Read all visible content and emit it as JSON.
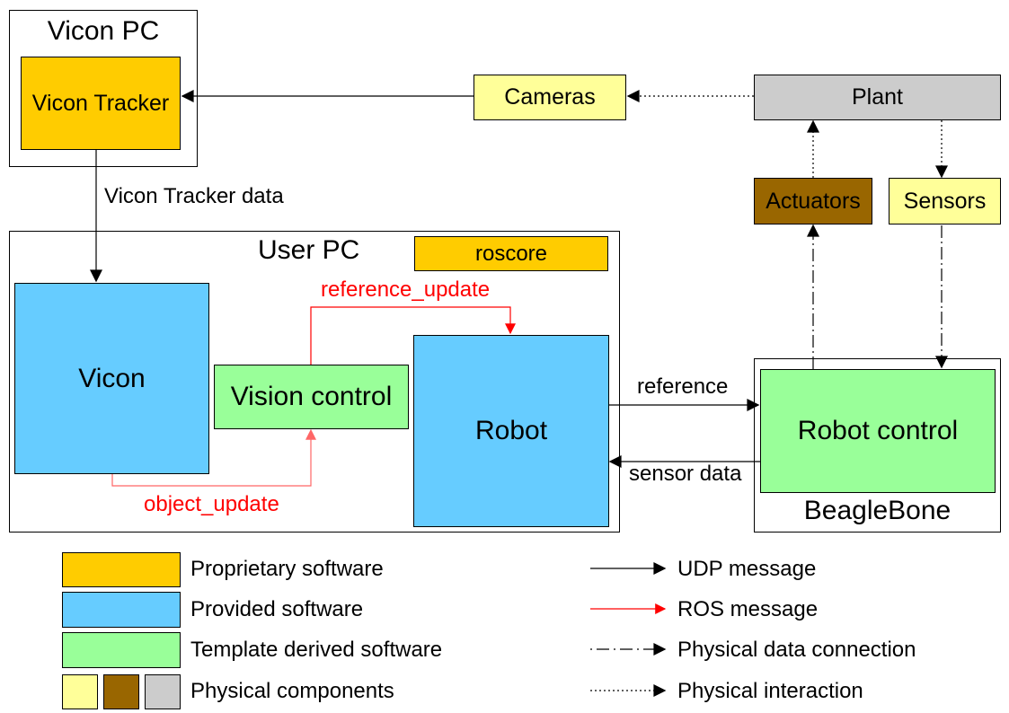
{
  "nodes": {
    "vicon_pc": "Vicon PC",
    "vicon_tracker": "Vicon Tracker",
    "cameras": "Cameras",
    "plant": "Plant",
    "actuators": "Actuators",
    "sensors": "Sensors",
    "user_pc": "User PC",
    "roscore": "roscore",
    "vicon": "Vicon",
    "vision_control": "Vision control",
    "robot": "Robot",
    "robot_control": "Robot control",
    "beaglebone": "BeagleBone"
  },
  "edges": {
    "vicon_tracker_data": "Vicon Tracker data",
    "reference_update": "reference_update",
    "object_update": "object_update",
    "reference": "reference",
    "sensor_data": "sensor data"
  },
  "legend": {
    "colors": [
      {
        "label": "Proprietary software",
        "colors": [
          "#ffcc00"
        ]
      },
      {
        "label": "Provided software",
        "colors": [
          "#66ccff"
        ]
      },
      {
        "label": "Template derived software",
        "colors": [
          "#99ff99"
        ]
      },
      {
        "label": "Physical components",
        "colors": [
          "#ffff99",
          "#996600",
          "#cccccc"
        ]
      }
    ],
    "lines": [
      {
        "label": "UDP message",
        "style": "solid",
        "color": "#000000"
      },
      {
        "label": "ROS message",
        "style": "solid",
        "color": "#ff0000"
      },
      {
        "label": "Physical data connection",
        "style": "dash-dot",
        "color": "#000000"
      },
      {
        "label": "Physical interaction",
        "style": "dotted",
        "color": "#000000"
      }
    ]
  },
  "colors": {
    "proprietary": "#ffcc00",
    "provided": "#66ccff",
    "template": "#99ff99",
    "physical_yellow": "#ffff99",
    "physical_brown": "#996600",
    "physical_gray": "#cccccc",
    "ros_red": "#ff0000",
    "ros_faded": "#ff6666"
  }
}
